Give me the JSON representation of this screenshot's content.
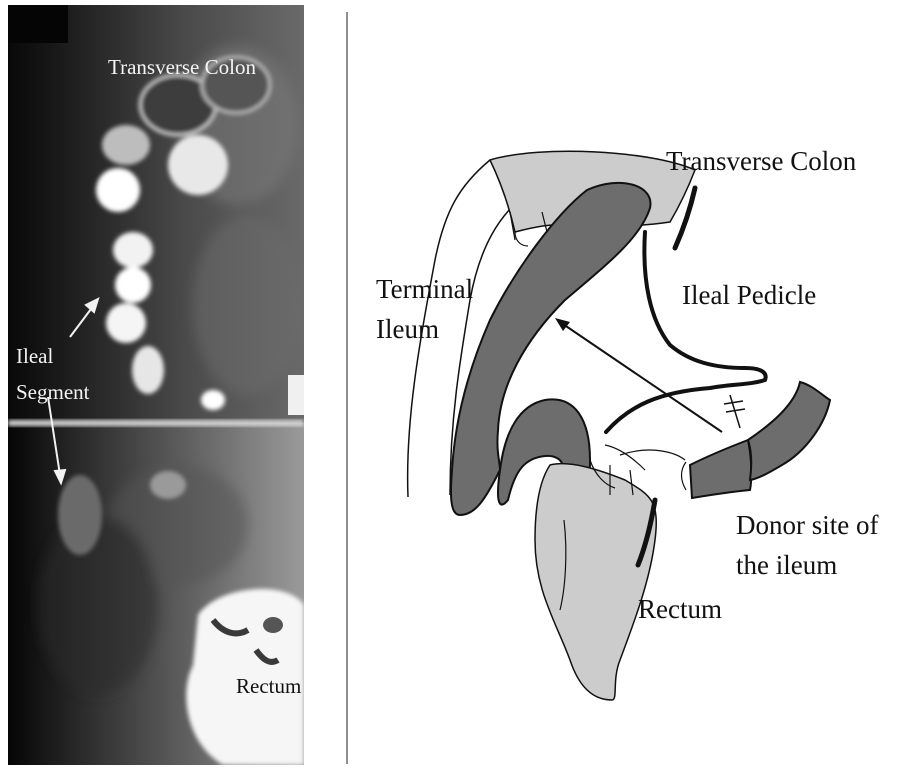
{
  "xray_labels": {
    "transverse_colon": "Transverse  Colon",
    "ileal_segment_line1": "Ileal",
    "ileal_segment_line2": "Segment",
    "rectum": "Rectum"
  },
  "diagram_labels": {
    "transverse_colon": "Transverse Colon",
    "terminal_ileum_line1": "Terminal",
    "terminal_ileum_line2": "Ileum",
    "ileal_pedicle": "Ileal Pedicle",
    "donor_site_line1": "Donor site of",
    "donor_site_line2": "the ileum",
    "rectum": "Rectum"
  },
  "colors": {
    "ileum_fill": "#6d6d6d",
    "colon_fill": "#cccccc",
    "rectum_fill": "#cccccc",
    "outline": "#111111",
    "divider": "#8e8e8e"
  }
}
